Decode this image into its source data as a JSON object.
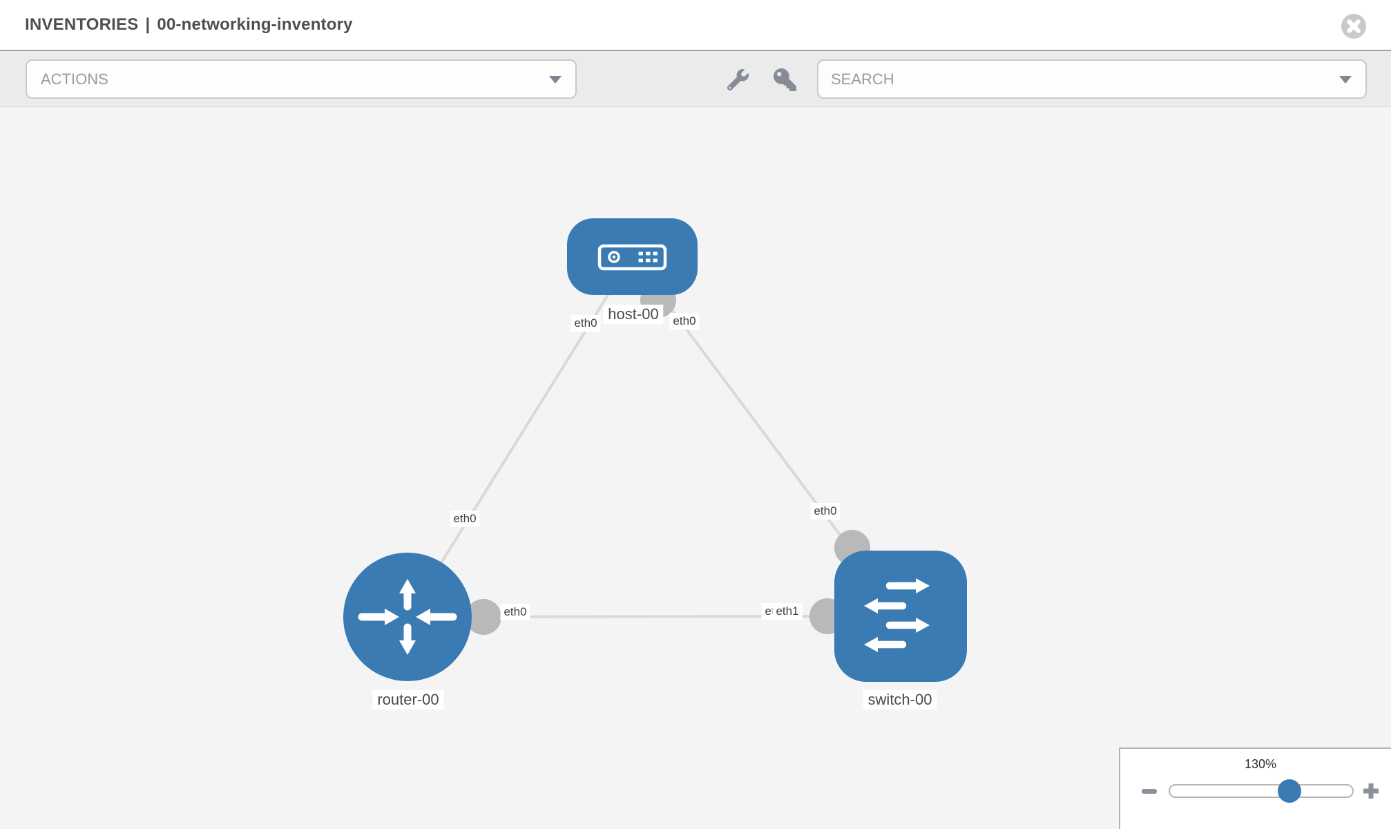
{
  "header": {
    "breadcrumb": "INVENTORIES",
    "separator": "|",
    "inventory_name": "00-networking-inventory"
  },
  "toolbar": {
    "actions_label": "ACTIONS",
    "search_placeholder": "SEARCH",
    "icons": [
      "wrench-icon",
      "key-icon",
      "chevron-down-icon",
      "times-circle-icon"
    ]
  },
  "topology": {
    "nodes": [
      {
        "id": "host-00",
        "label": "host-00",
        "type": "host"
      },
      {
        "id": "router-00",
        "label": "router-00",
        "type": "router"
      },
      {
        "id": "switch-00",
        "label": "switch-00",
        "type": "switch"
      }
    ],
    "links": [
      {
        "from": "host-00",
        "from_if": "eth0",
        "to": "router-00",
        "to_if": "eth0"
      },
      {
        "from": "host-00",
        "from_if": "eth0",
        "to": "switch-00",
        "to_if": "eth0"
      },
      {
        "from": "router-00",
        "from_if": "eth0",
        "to": "switch-00",
        "to_if": "eth1"
      }
    ],
    "port_labels": [
      "eth0",
      "eth0",
      "eth0",
      "eth0",
      "eth0",
      "eth0",
      "eth1"
    ]
  },
  "zoom_control": {
    "level": "130%",
    "minus_label": "minus",
    "plus_label": "plus"
  },
  "colors": {
    "node_blue": "#3b7bb3",
    "link_gray": "#d9d9d9",
    "port_dot_gray": "#b9b9b9",
    "canvas_bg": "#f4f4f4",
    "toolbar_bg": "#ebebeb"
  }
}
